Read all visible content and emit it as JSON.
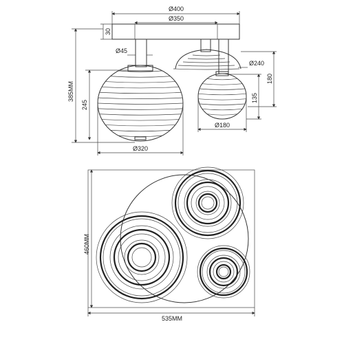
{
  "drawing": {
    "side_view": {
      "dims": {
        "top_width": "Ø400",
        "plate_width": "Ø350",
        "plate_height": "30",
        "rod_diameter": "Ø45",
        "total_height": "385MM",
        "large_height": "245",
        "large_diameter": "Ø320",
        "medium_diameter": "Ø240",
        "medium_height": "180",
        "small_height": "135",
        "small_diameter": "Ø180"
      }
    },
    "plan_view": {
      "dims": {
        "depth": "460MM",
        "width": "535MM"
      }
    }
  }
}
